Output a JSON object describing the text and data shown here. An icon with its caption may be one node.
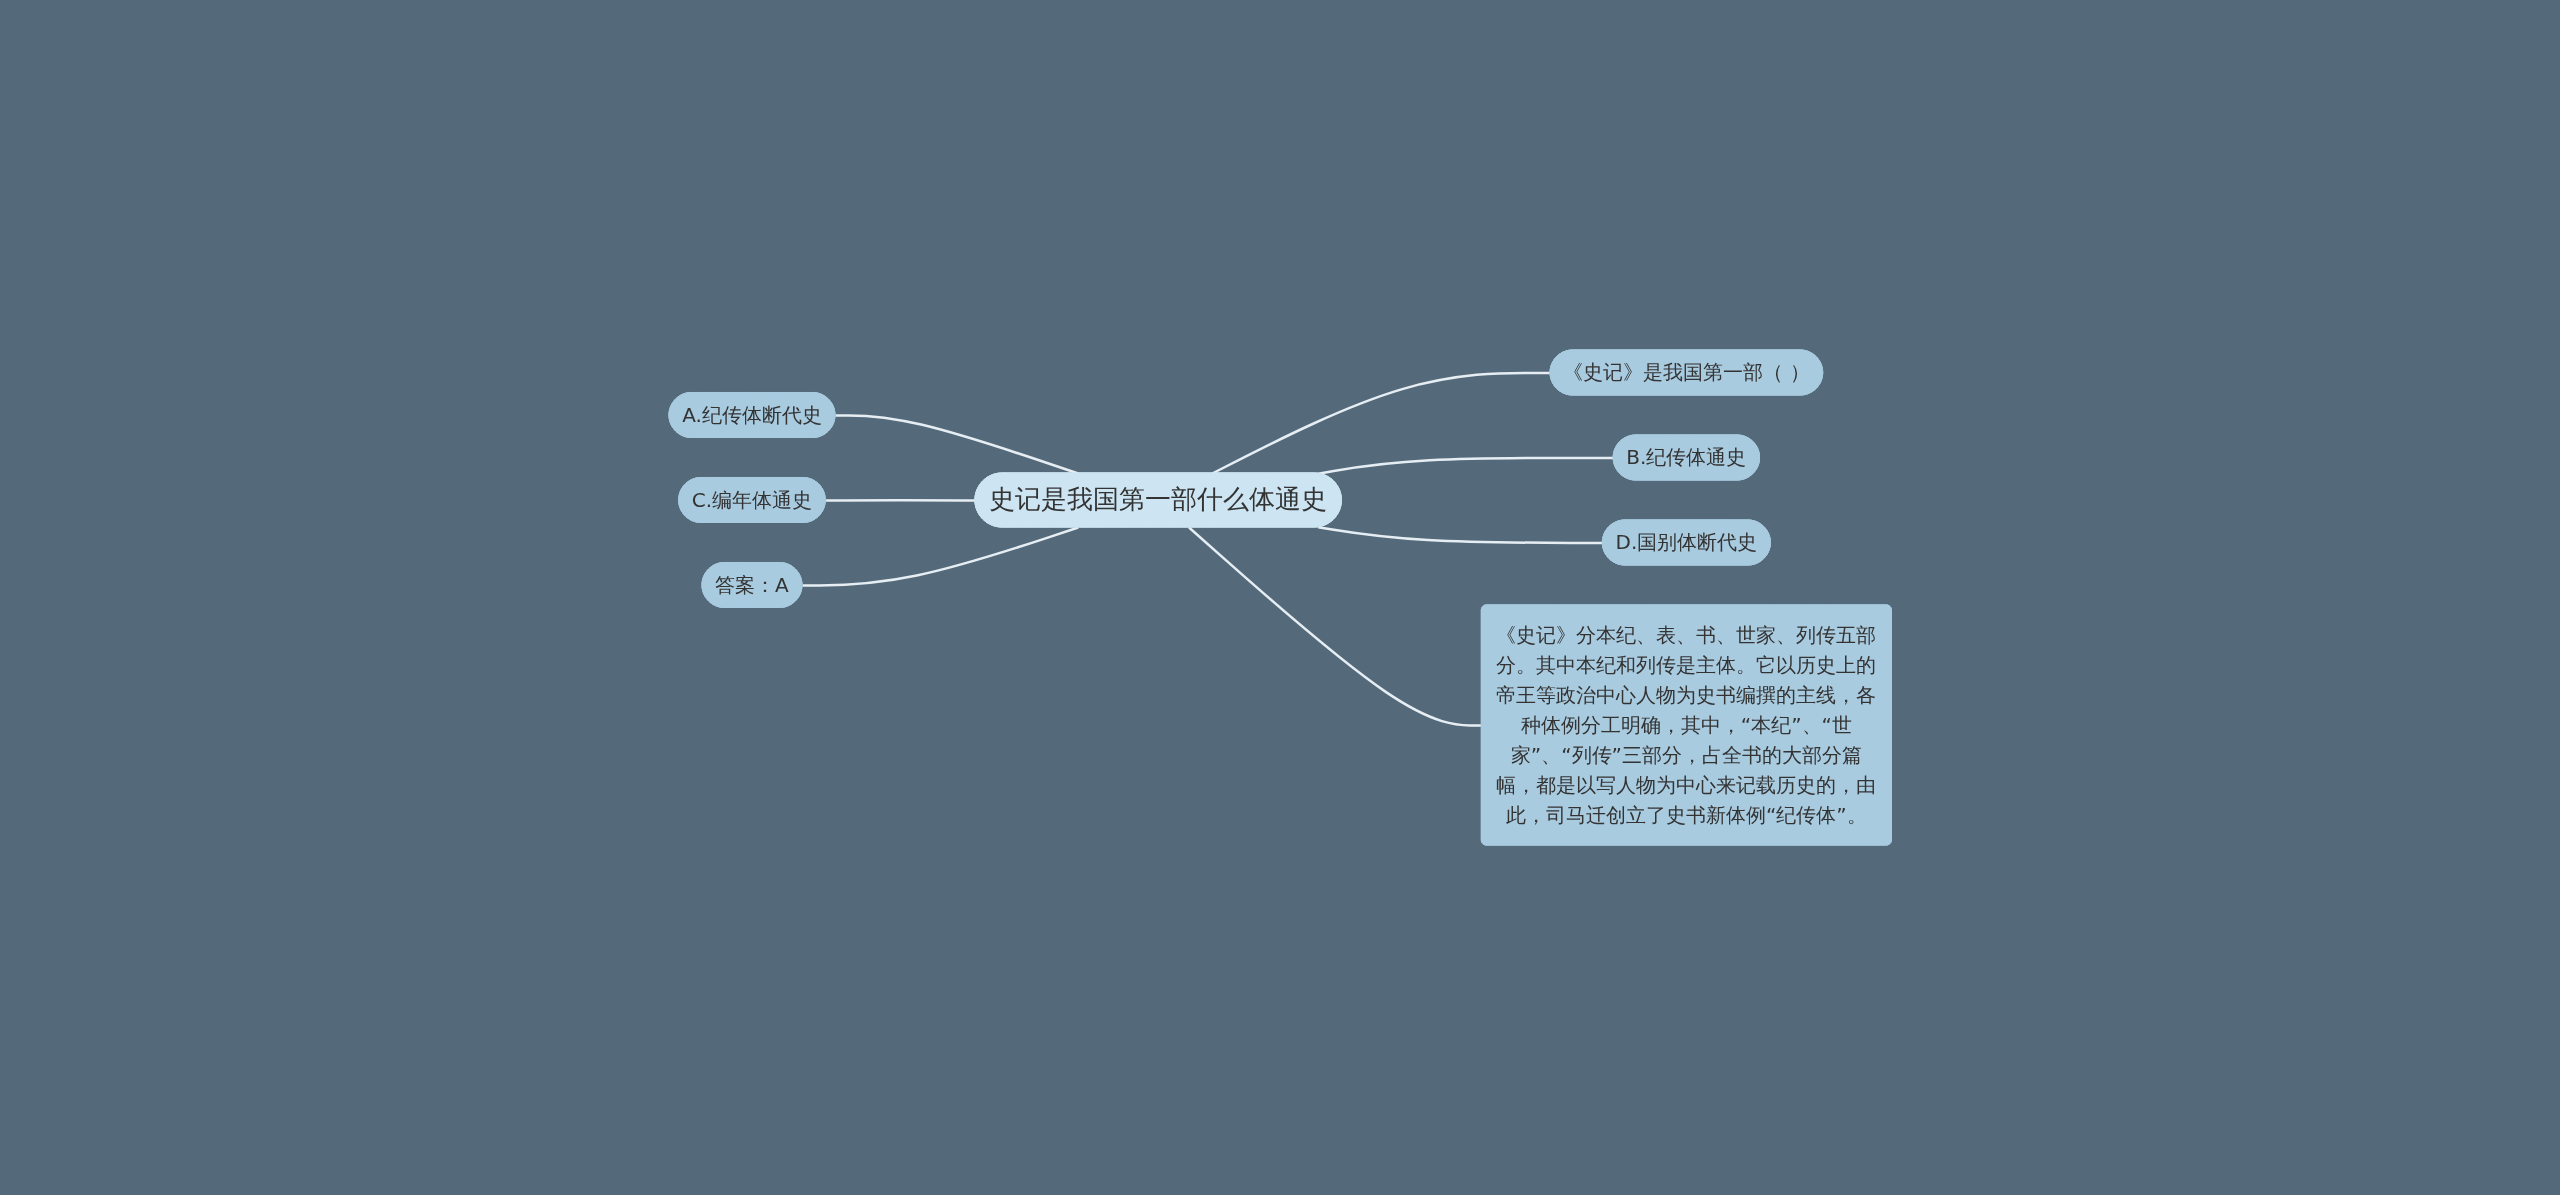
{
  "diagram": {
    "nodes": [
      {
        "text": [
          "史记是我国第一部什么体通史"
        ]
      },
      {
        "text": [
          "《史记》是我国第一部（ ）"
        ]
      },
      {
        "text": [
          "B.纪传体通史"
        ]
      },
      {
        "text": [
          "D.国别体断代史"
        ]
      },
      {
        "text": [
          "《史记》分本纪、表、书、世家、列传五部分。其中本纪和列传是主体。它以历史上的帝王等政治中心人物为史书编撰的主线，各种体例分工明确，其中，“本纪”、“世家”、“列传”三部分，占全书的大部分篇幅，都是以写人物为中心来记载历史的，由此，司马迁创立了史书新体例“纪传体”。"
        ]
      },
      {
        "text": [
          "A.纪传体断代史"
        ]
      },
      {
        "text": [
          "C.编年体通史"
        ]
      },
      {
        "text": [
          "答案：A"
        ]
      }
    ],
    "edges": [
      {
        "from": 0,
        "to": 1,
        "arrow": "none"
      },
      {
        "from": 0,
        "to": 2,
        "arrow": "none"
      },
      {
        "from": 0,
        "to": 3,
        "arrow": "none"
      },
      {
        "from": 0,
        "to": 4,
        "arrow": "none"
      },
      {
        "from": 0,
        "to": 5,
        "arrow": "none"
      },
      {
        "from": 0,
        "to": 6,
        "arrow": "none"
      },
      {
        "from": 0,
        "to": 7,
        "arrow": "none"
      }
    ]
  }
}
